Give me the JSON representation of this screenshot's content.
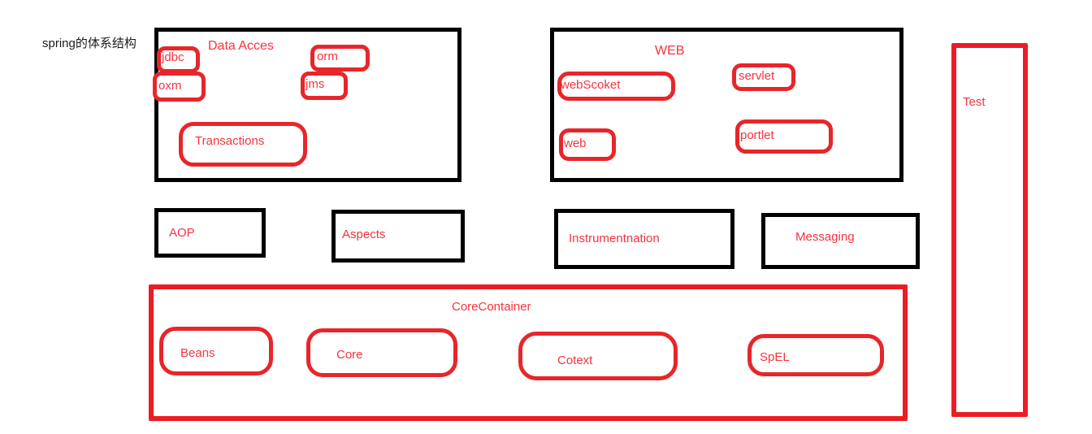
{
  "diagram": {
    "title": "spring的体系结构",
    "colors": {
      "module_red": "#ec1c24",
      "text_red": "#f5333f",
      "container_black": "#000000",
      "background": "#ffffff",
      "title_black": "#1a1a1a"
    },
    "containers": [
      {
        "id": "data-access",
        "label": "Data Acces",
        "border": "black"
      },
      {
        "id": "web",
        "label": "WEB",
        "border": "black"
      },
      {
        "id": "test",
        "label": "Test",
        "border": "red"
      },
      {
        "id": "core-container",
        "label": "CoreContainer",
        "border": "red"
      }
    ],
    "data_access": {
      "title": "Data Acces",
      "modules": [
        {
          "label": "jdbc"
        },
        {
          "label": "oxm"
        },
        {
          "label": "orm"
        },
        {
          "label": "jms"
        },
        {
          "label": "Transactions"
        }
      ]
    },
    "web": {
      "title": "WEB",
      "modules": [
        {
          "label": "webScoket"
        },
        {
          "label": "servlet"
        },
        {
          "label": "web"
        },
        {
          "label": "portlet"
        }
      ]
    },
    "middle_row": [
      {
        "label": "AOP"
      },
      {
        "label": "Aspects"
      },
      {
        "label": "Instrumentnation"
      },
      {
        "label": "Messaging"
      }
    ],
    "core_container": {
      "title": "CoreContainer",
      "modules": [
        {
          "label": "Beans"
        },
        {
          "label": "Core"
        },
        {
          "label": "Cotext"
        },
        {
          "label": "SpEL"
        }
      ]
    },
    "test": {
      "title": "Test"
    }
  }
}
